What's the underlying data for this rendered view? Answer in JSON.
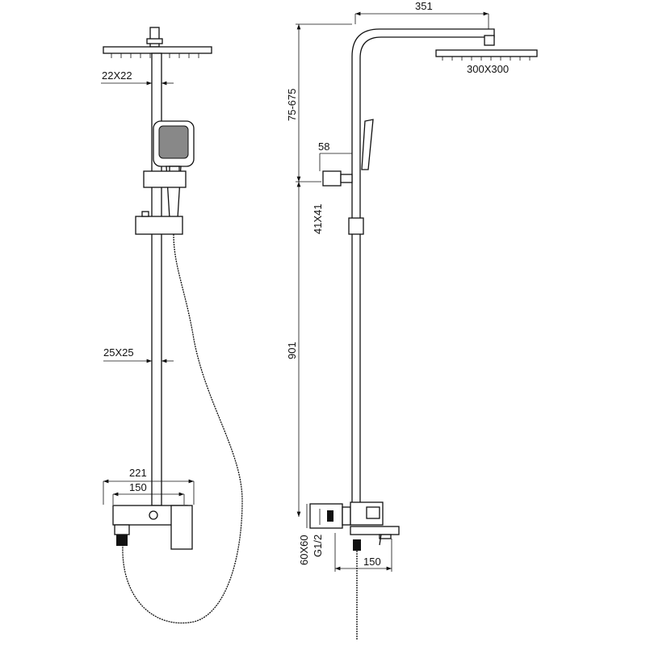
{
  "front_view": {
    "pipe_top_size": "22X22",
    "pipe_bottom_size": "25X25",
    "mixer_width": "221",
    "mixer_center_distance": "150"
  },
  "side_view": {
    "arm_reach": "351",
    "head_size": "300X300",
    "height_adjust_range": "75-675",
    "bracket_offset": "58",
    "bracket_size": "41X41",
    "pipe_height": "901",
    "mixer_plate_size": "60X60",
    "thread_size": "G1/2",
    "spout_length": "150"
  }
}
